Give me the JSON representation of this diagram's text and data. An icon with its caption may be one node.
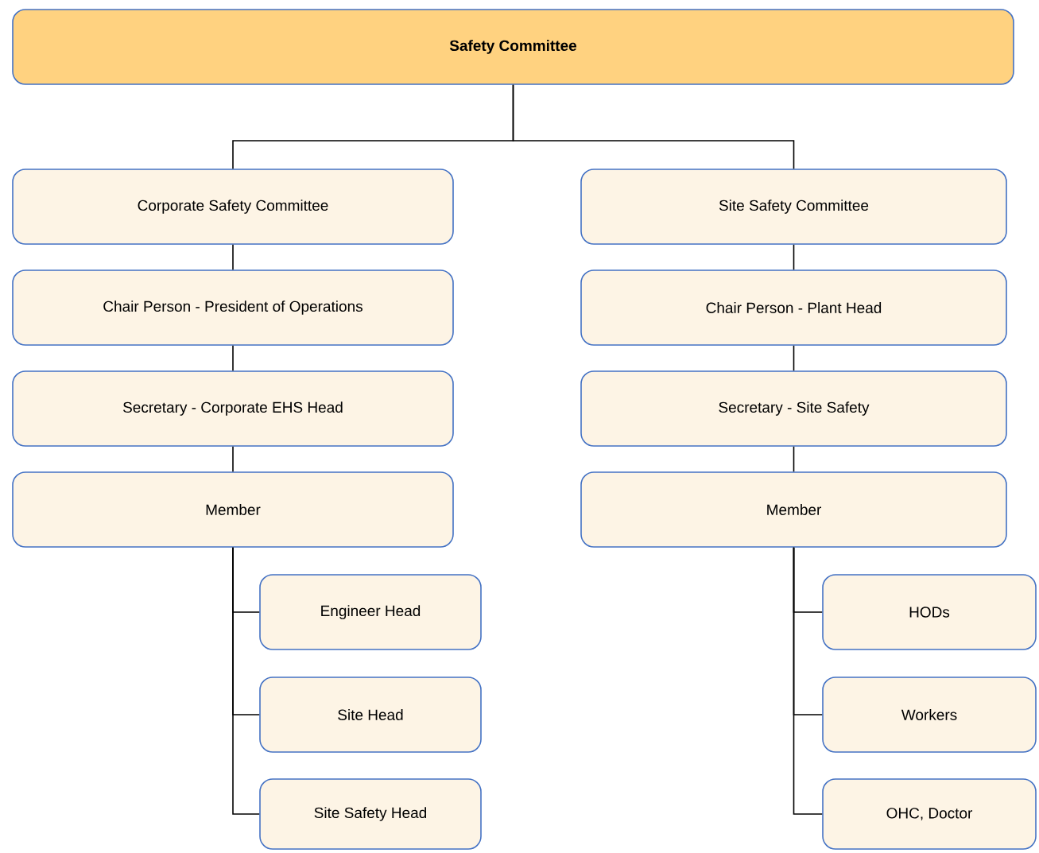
{
  "diagram": {
    "nodes": [
      {
        "text": [
          "Safety Committee"
        ]
      },
      {
        "text": [
          "Corporate Safety Committee"
        ]
      },
      {
        "text": [
          "Chair Person - President of Operations"
        ]
      },
      {
        "text": [
          "Secretary - Corporate EHS Head"
        ]
      },
      {
        "text": [
          "Member"
        ]
      },
      {
        "text": [
          "Engineer Head"
        ]
      },
      {
        "text": [
          "Site Head"
        ]
      },
      {
        "text": [
          "Site Safety Head"
        ]
      },
      {
        "text": [
          "Site Safety Committee"
        ]
      },
      {
        "text": [
          "Chair Person - Plant Head"
        ]
      },
      {
        "text": [
          "Secretary - Site Safety"
        ]
      },
      {
        "text": [
          "Member"
        ]
      },
      {
        "text": [
          "HODs"
        ]
      },
      {
        "text": [
          "Workers"
        ]
      },
      {
        "text": [
          "OHC, Doctor"
        ]
      }
    ],
    "edges": [
      {
        "from": 0,
        "to": 1,
        "arrow": "none"
      },
      {
        "from": 0,
        "to": 8,
        "arrow": "none"
      },
      {
        "from": 1,
        "to": 2,
        "arrow": "none"
      },
      {
        "from": 2,
        "to": 3,
        "arrow": "none"
      },
      {
        "from": 3,
        "to": 4,
        "arrow": "none"
      },
      {
        "from": 4,
        "to": 5,
        "arrow": "none"
      },
      {
        "from": 4,
        "to": 6,
        "arrow": "none"
      },
      {
        "from": 4,
        "to": 7,
        "arrow": "none"
      },
      {
        "from": 8,
        "to": 9,
        "arrow": "none"
      },
      {
        "from": 9,
        "to": 10,
        "arrow": "none"
      },
      {
        "from": 10,
        "to": 11,
        "arrow": "none"
      },
      {
        "from": 11,
        "to": 12,
        "arrow": "none"
      },
      {
        "from": 11,
        "to": 13,
        "arrow": "none"
      },
      {
        "from": 11,
        "to": 14,
        "arrow": "none"
      }
    ]
  }
}
